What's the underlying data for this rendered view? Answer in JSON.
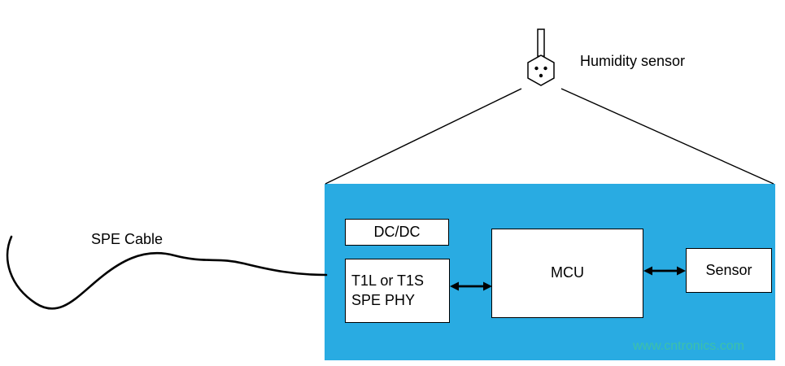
{
  "diagram": {
    "humidity_sensor_label": "Humidity sensor",
    "spe_cable_label": "SPE Cable",
    "blocks": {
      "dcdc": "DC/DC",
      "phy_line1": "T1L or T1S",
      "phy_line2": "SPE PHY",
      "mcu": "MCU",
      "sensor": "Sensor"
    },
    "watermark": "www.cntronics.com",
    "colors": {
      "board_fill": "#29ABE2",
      "block_fill": "#FFFFFF",
      "line": "#000000",
      "watermark": "#3FC3A4"
    }
  }
}
